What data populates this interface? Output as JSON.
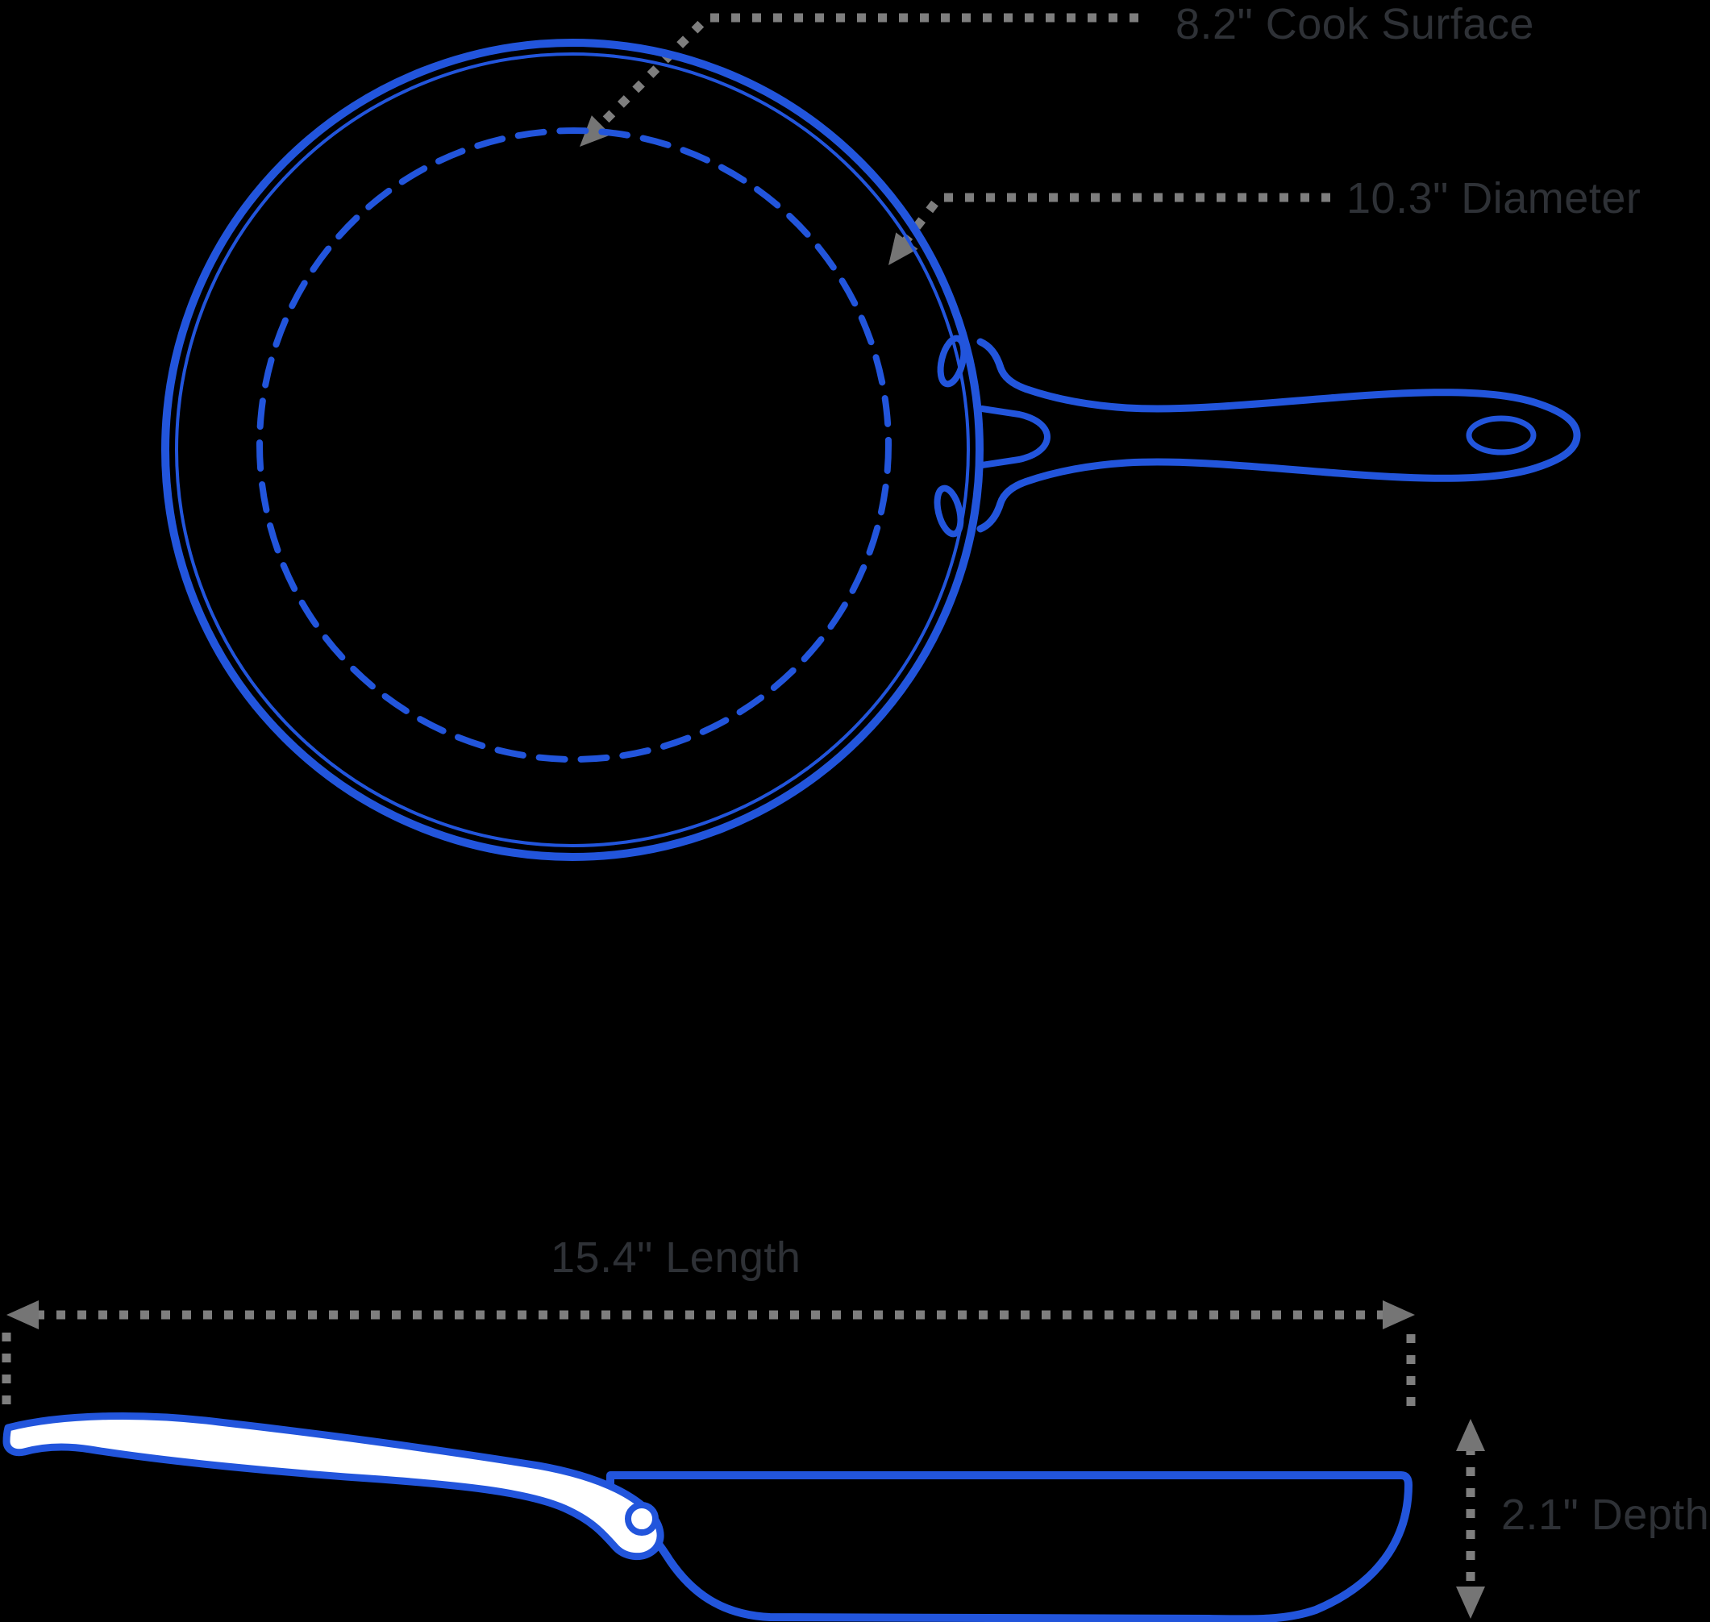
{
  "diagram": {
    "subject": "frying pan dimension diagram",
    "top_view": {
      "cook_surface_label": "8.2\" Cook Surface",
      "diameter_label": "10.3\" Diameter",
      "cook_surface_inches": 8.2,
      "diameter_inches": 10.3
    },
    "side_view": {
      "length_label": "15.4\" Length",
      "depth_label": "2.1\" Depth",
      "length_inches": 15.4,
      "depth_inches": 2.1
    }
  },
  "colors": {
    "background": "#000000",
    "pan_blue": "#2255DC",
    "handle_fill": "#FFFFFF",
    "dot_gray": "#7E7E7E",
    "arrow_gray": "#757575",
    "label_text": "#2E3136"
  }
}
